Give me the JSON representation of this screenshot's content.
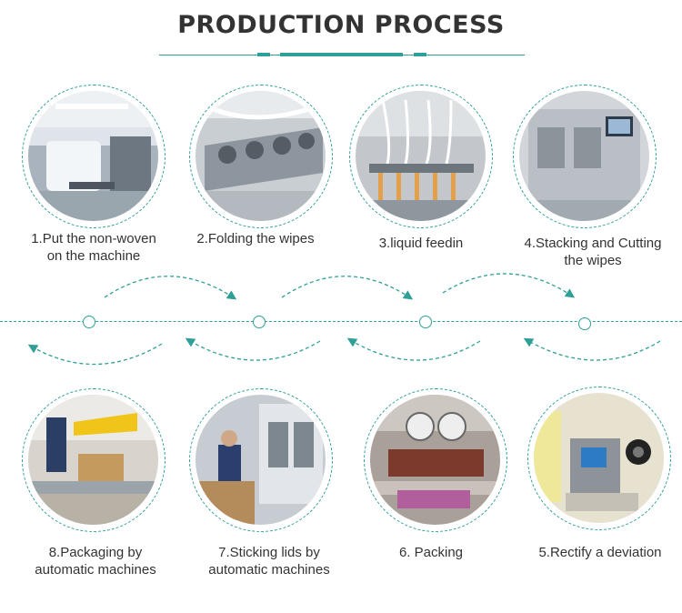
{
  "header": {
    "title": "PRODUCTION PROCESS",
    "accent_color": "#2f9f97"
  },
  "steps_top": [
    {
      "label": "1.Put the non-woven on the machine",
      "line1": "1.Put the non-woven",
      "line2": "on the machine",
      "photo": "non-woven-roll-machine-photo"
    },
    {
      "label": "2.Folding the wipes",
      "line1": "2.Folding the wipes",
      "line2": "",
      "photo": "folding-machine-photo"
    },
    {
      "label": "3.liquid feedin",
      "line1": "3.liquid feedin",
      "line2": "",
      "photo": "liquid-feeding-photo"
    },
    {
      "label": "4.Stacking and Cutting the wipes",
      "line1": "4.Stacking and Cutting",
      "line2": "the wipes",
      "photo": "stacking-cutting-machine-photo"
    }
  ],
  "steps_bottom": [
    {
      "label": "8.Packaging by automatic machines",
      "line1": "8.Packaging by",
      "line2": "automatic machines",
      "photo": "packaging-line-photo"
    },
    {
      "label": "7.Sticking lids by automatic machines",
      "line1": "7.Sticking lids by",
      "line2": "automatic machines",
      "photo": "lid-sticking-machine-photo"
    },
    {
      "label": "6. Packing",
      "line1": "6. Packing",
      "line2": "",
      "photo": "packing-machine-photo"
    },
    {
      "label": "5.Rectify a deviation",
      "line1": "5.Rectify a deviation",
      "line2": "",
      "photo": "deviation-rectifier-photo"
    }
  ]
}
